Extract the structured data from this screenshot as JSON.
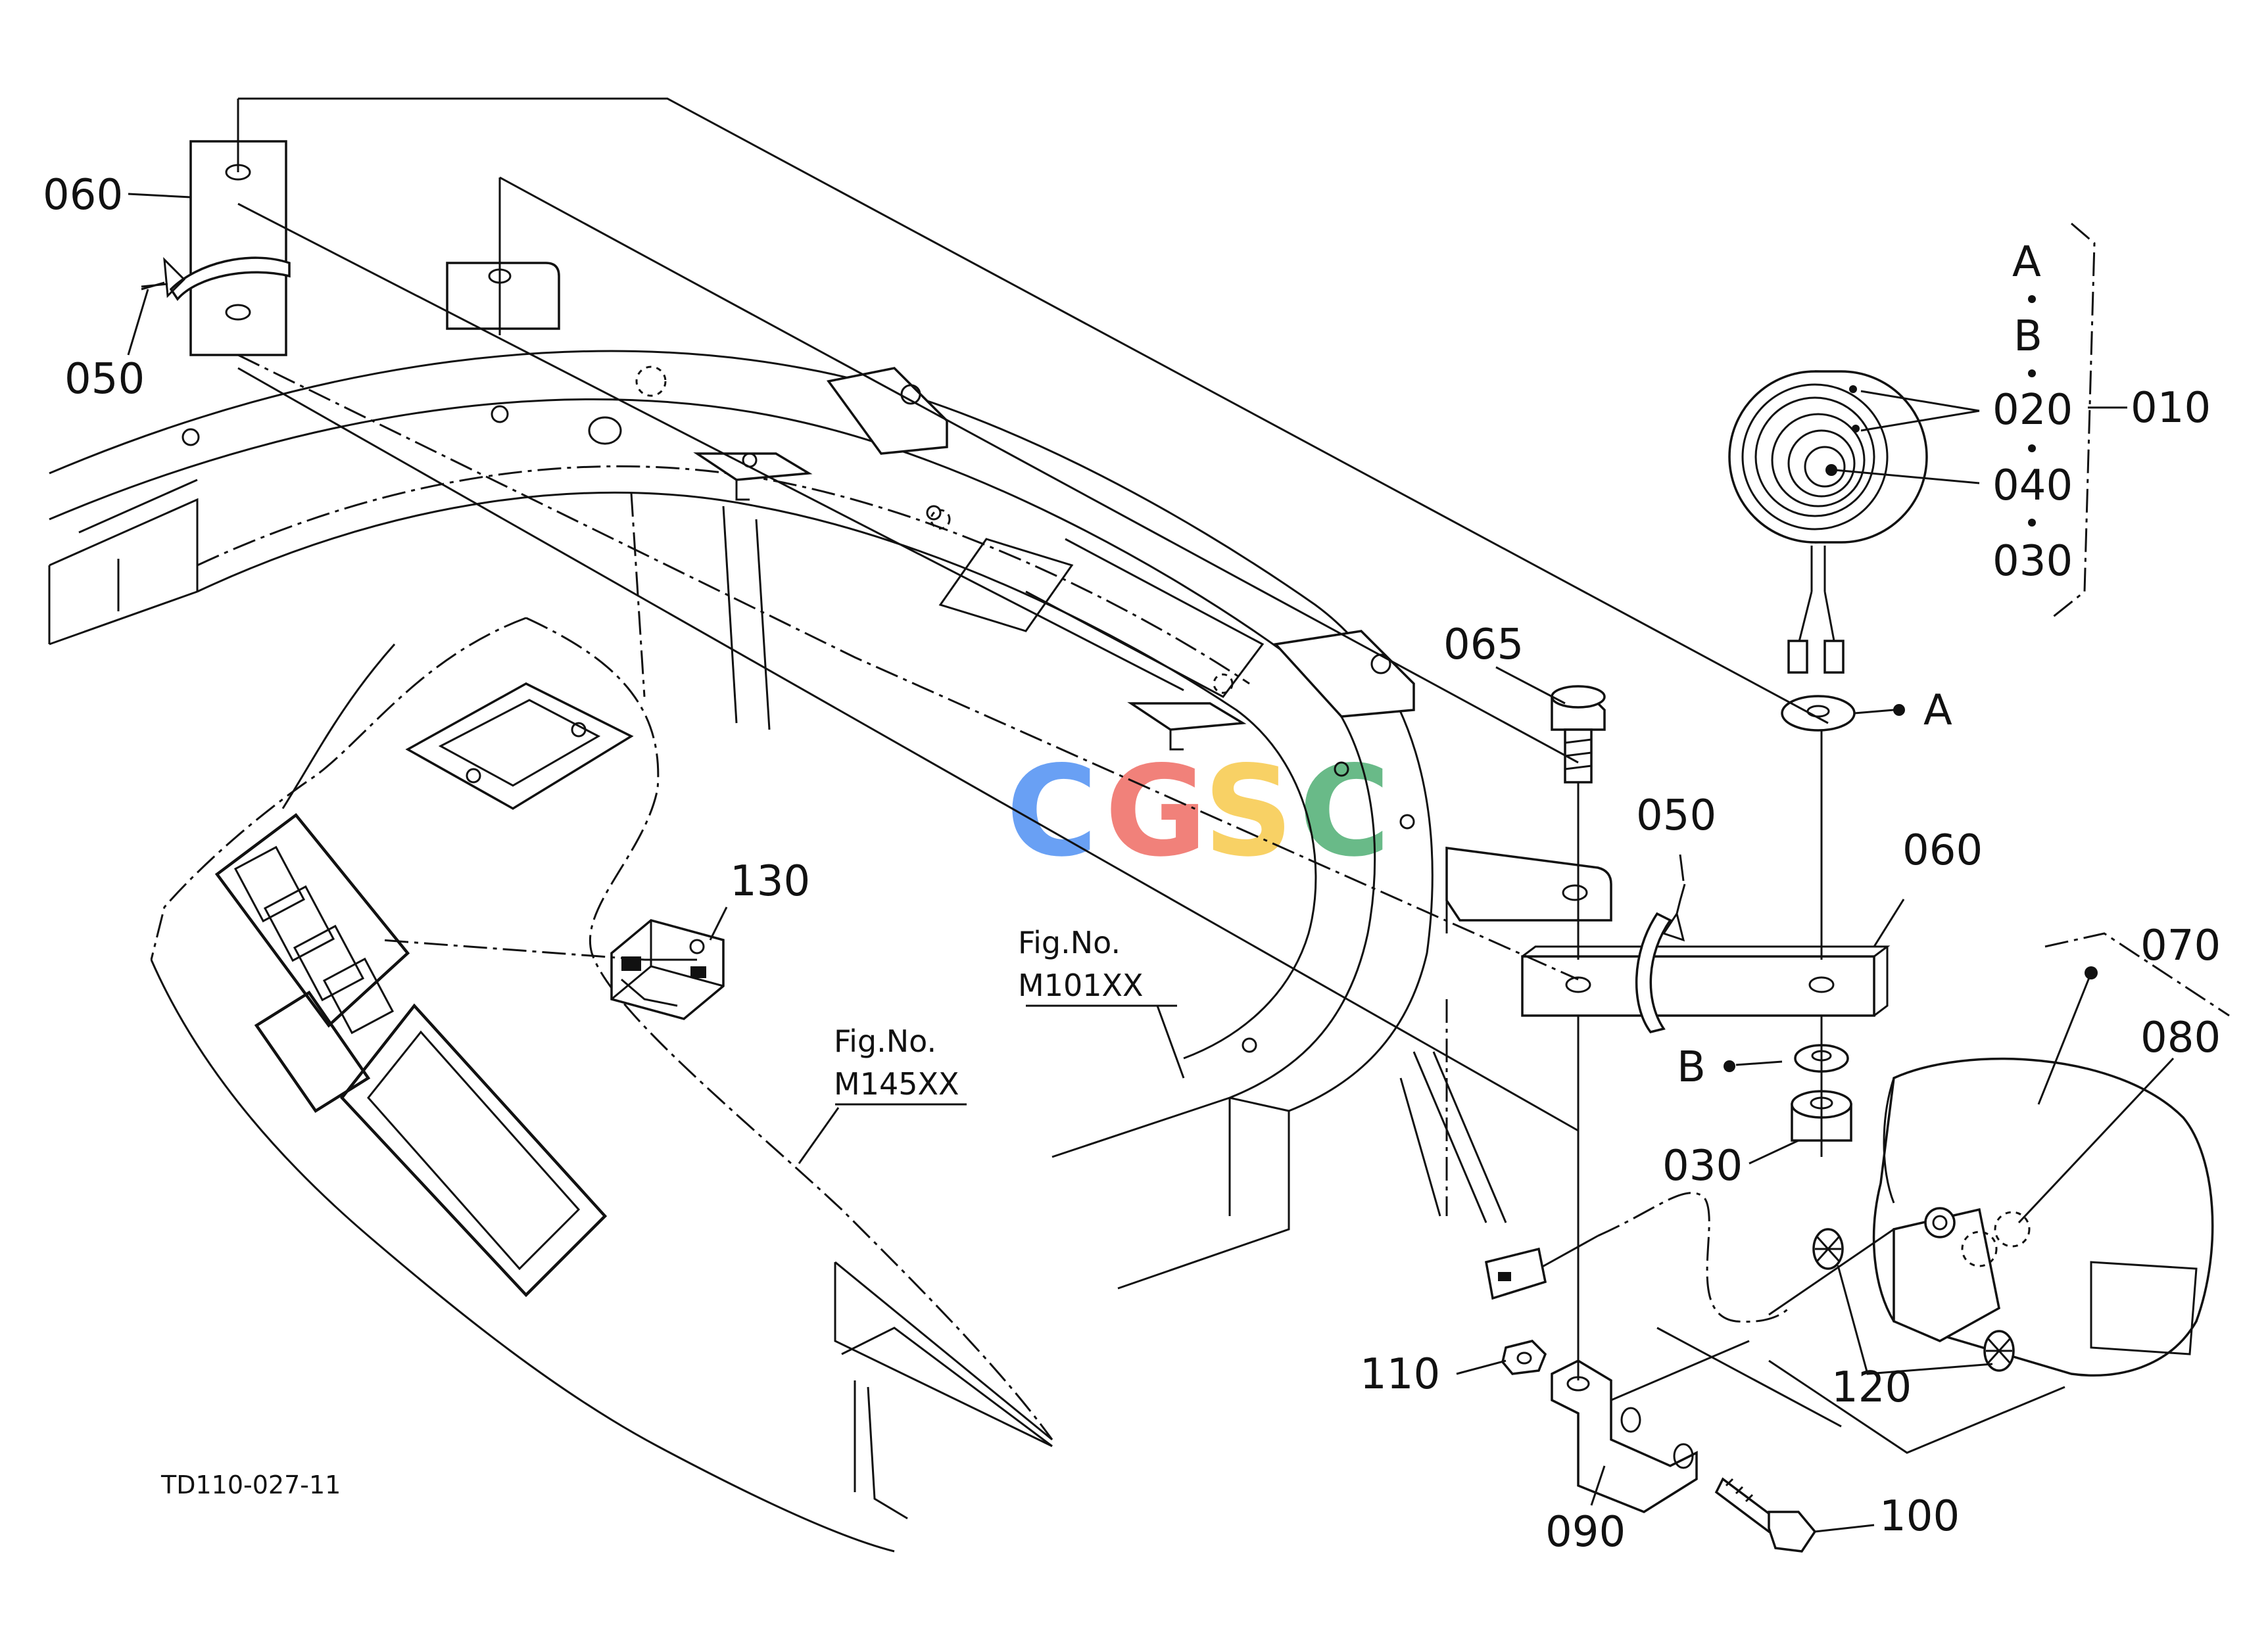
{
  "watermark": {
    "text": "CGSC",
    "colors": [
      "#4f8ff2",
      "#ee6b63",
      "#f7c94a",
      "#4fae73"
    ]
  },
  "drawing_code": "TD110-027-11",
  "part_labels": {
    "p060_top": "060",
    "p050_top": "050",
    "p065": "065",
    "p050_mid": "050",
    "p060_mid": "060",
    "p130": "130",
    "p020": "020",
    "p040": "040",
    "p030_group": "030",
    "p010": "010",
    "p030_lower": "030",
    "p070": "070",
    "p080": "080",
    "p110": "110",
    "p120": "120",
    "p090": "090",
    "p100": "100"
  },
  "group_letters": {
    "a": "A",
    "b": "B"
  },
  "markers": {
    "a": "A",
    "b": "B"
  },
  "figure_refs": [
    {
      "label": "Fig.No.",
      "number": "M101XX"
    },
    {
      "label": "Fig.No.",
      "number": "M145XX"
    }
  ]
}
